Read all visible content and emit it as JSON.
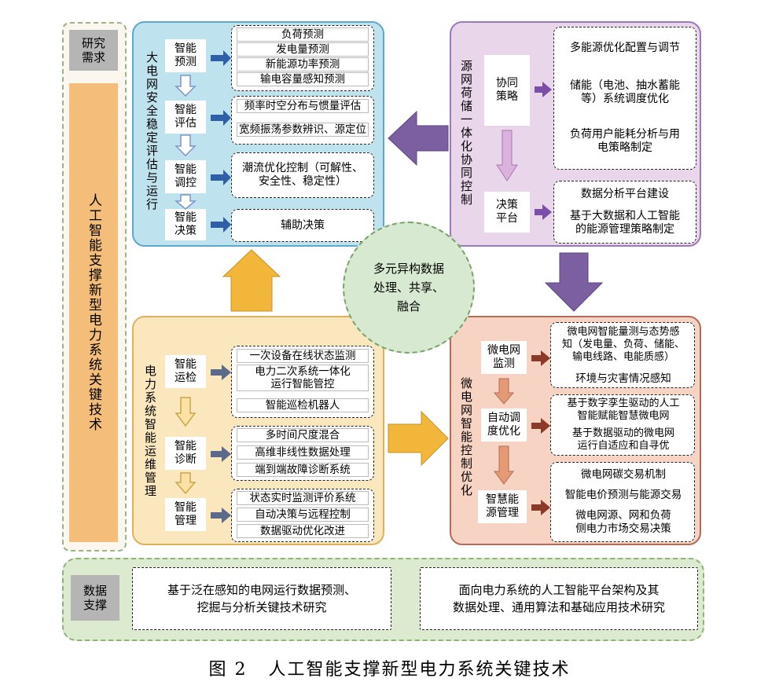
{
  "research_label": "研究\n需求",
  "left_column_title": "人工智能支撑新型电力系统关键技术",
  "data_support_label": "数据\n支撑",
  "center_circle": "多元异构数据\n处理、共享、\n融合",
  "top_left": {
    "title": "大电网安全稳定评估与运行",
    "steps": [
      "智能\n预测",
      "智能\n评估",
      "智能\n调控",
      "智能\n决策"
    ],
    "boxes": [
      [
        "负荷预测",
        "发电量预测",
        "新能源功率预测",
        "输电容量感知预测"
      ],
      [
        "频率时空分布与惯量评估",
        "宽频振荡参数辨识、源定位"
      ],
      [
        "潮流优化控制（可解性、\n安全性、稳定性）"
      ],
      [
        "辅助决策"
      ]
    ]
  },
  "top_right": {
    "title": "源网荷储一体化协同控制",
    "steps": [
      "协同\n策略",
      "决策\n平台"
    ],
    "boxes": [
      [
        "多能源优化配置与调节",
        "储能（电池、抽水蓄能\n等）系统调度优化",
        "负荷用户能耗分析与用\n电策略制定"
      ],
      [
        "数据分析平台建设",
        "基于大数据和人工智能\n的能源管理策略制定"
      ]
    ]
  },
  "bottom_left": {
    "title": "电力系统智能运维管理",
    "steps": [
      "智能\n运检",
      "智能\n诊断",
      "智能\n管理"
    ],
    "boxes": [
      [
        "一次设备在线状态监测",
        "电力二次系统一体化\n运行智能管控",
        "智能巡检机器人"
      ],
      [
        "多时间尺度混合",
        "高维非线性数据处理",
        "端到端故障诊断系统"
      ],
      [
        "状态实时监测评价系统",
        "自动决策与远程控制",
        "数据驱动优化改进"
      ]
    ]
  },
  "bottom_right": {
    "title": "微电网智能控制优化",
    "steps": [
      "微电网\n监测",
      "自动调\n度优化",
      "智慧能\n源管理"
    ],
    "boxes": [
      [
        "微电网智能量测与态势感\n知（发电量、负荷、储能、\n输电线路、电能质感）",
        "环境与灾害情况感知"
      ],
      [
        "基于数字孪生驱动的人工\n智能赋能智慧微电网",
        "基于数据驱动的微电网\n运行自适应和自寻优"
      ],
      [
        "微电网碳交易机制",
        "智能电价预测与能源交易",
        "微电网源、网和负荷\n侧电力市场交易决策"
      ]
    ]
  },
  "data_boxes": [
    "基于泛在感知的电网运行数据预测、\n挖掘与分析关键技术研究",
    "面向电力系统的人工智能平台架构及其\n数据处理、通用算法和基础应用技术研究"
  ],
  "caption": "图 2   人工智能支撑新型电力系统关键技术",
  "colors": {
    "blue_panel": "#bfe3ee",
    "purple_panel": "#ead6ea",
    "yellow_panel": "#fbe7bd",
    "peach_panel": "#f6d3c3",
    "left_column": "#f4bd7a",
    "gray": "#b5b5b5",
    "green_panel": "#dcebd0",
    "circle": "#d7e9d1"
  }
}
